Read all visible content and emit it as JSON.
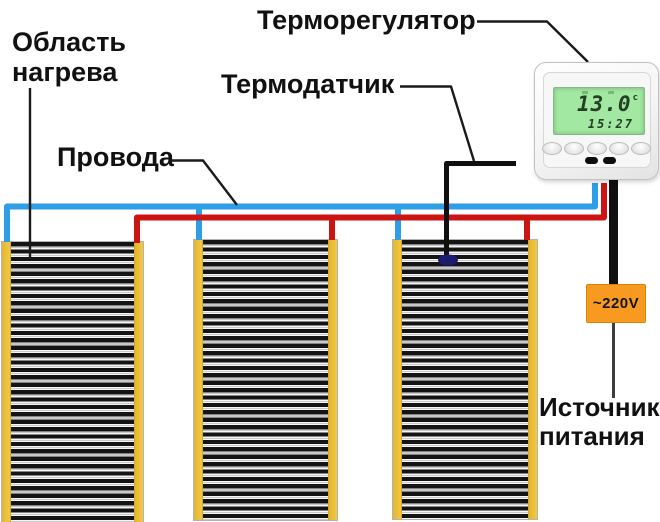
{
  "labels": {
    "heating_area_line1": "Область",
    "heating_area_line2": "нагрева",
    "wires": "Провода",
    "thermostat": "Терморегулятор",
    "thermosensor": "Термодатчик",
    "power_source_line1": "Источник",
    "power_source_line2": "питания",
    "voltage": "~220V"
  },
  "thermostat_display": {
    "temperature": "13.0",
    "unit": "c",
    "time": "15:27"
  },
  "colors": {
    "wire_blue": "#2E9EE7",
    "wire_red": "#CC1412",
    "wire_black": "#101010",
    "sensor_tip": "#1B1B70",
    "panel_yellow": "#F2C84B",
    "lcd_green": "#A2E7A2",
    "voltage_orange": "#F79A1F",
    "label_text": "#111111"
  }
}
